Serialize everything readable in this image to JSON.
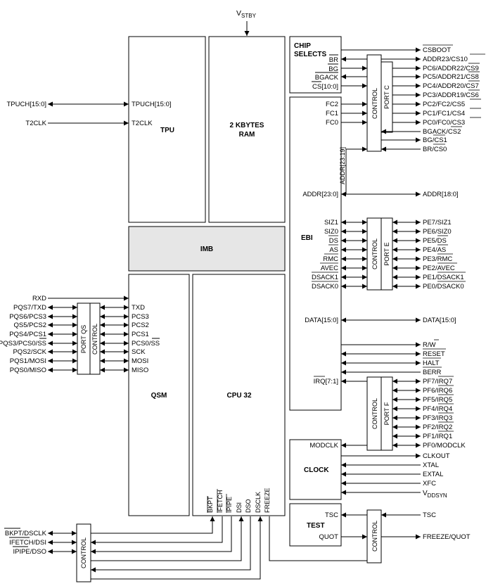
{
  "vstby": {
    "main": "V",
    "sub": "STBY"
  },
  "blocks": {
    "tpu": "TPU",
    "ram_line1": "2 KBYTES",
    "ram_line2": "RAM",
    "imb": "IMB",
    "qsm": "QSM",
    "cpu": "CPU 32",
    "chip_selects_line1": "CHIP",
    "chip_selects_line2": "SELECTS",
    "ebi": "EBI",
    "clock": "CLOCK",
    "test": "TEST"
  },
  "controls": {
    "control": "CONTROL",
    "port_c": "PORT C",
    "port_e": "PORT E",
    "port_f": "PORT F",
    "port_qs": "PORT QS"
  },
  "tpu": {
    "ext": [
      "TPUCH[15:0]",
      "T2CLK"
    ],
    "int": [
      "TPUCH[15:0]",
      "T2CLK"
    ]
  },
  "qsm": {
    "rxd": "RXD",
    "ext": [
      "PQS7/TXD",
      "PQS6/PCS3",
      "QS5/PCS2",
      "PQS4/PCS1",
      "PQS3/PCS0/SS",
      "PQS2/SCK",
      "PQS1/MOSI",
      "PQS0/MISO"
    ],
    "int": [
      "TXD",
      "PCS3",
      "PCS2",
      "PCS1",
      "PCS0/SS",
      "SCK",
      "MOSI",
      "MISO"
    ]
  },
  "cpu_debug": {
    "vertical": [
      "BKPT",
      "IFETCH",
      "IPIPE",
      "DSI",
      "DSO",
      "DSCLK",
      "FREEZE"
    ],
    "ext": [
      "BKPT/DSCLK",
      "IFETCH/DSI",
      "IPIPE/DSO"
    ]
  },
  "chip_selects": {
    "int": [
      "BR",
      "BG",
      "BGACK",
      "CS[10:0]"
    ],
    "out": [
      "CSBOOT",
      "ADDR23/CS10",
      "PC6/ADDR22/CS9",
      "PC5/ADDR21/CS8",
      "PC4/ADDR20/CS7",
      "PC3/ADDR19/CS6",
      "PC2/FC2/CS5",
      "PC1/FC1/CS4",
      "PC0/FC0/CS3",
      "BGACK/CS2",
      "BG/CS1",
      "BR/CS0"
    ]
  },
  "ebi": {
    "fc": [
      "FC2",
      "FC1",
      "FC0"
    ],
    "addr_bus": "ADDR[23:19]",
    "addr_int": "ADDR[23:0]",
    "addr_ext": "ADDR[18:0]",
    "port_e_int": [
      "SIZ1",
      "SIZ0",
      "DS",
      "AS",
      "RMC",
      "AVEC",
      "DSACK1",
      "DSACK0"
    ],
    "port_e_ext": [
      "PE7/SIZ1",
      "PE6/SIZ0",
      "PE5/DS",
      "PE4/AS",
      "PE3/RMC",
      "PE2/AVEC",
      "PE1/DSACK1",
      "PE0/DSACK0"
    ],
    "data_int": "DATA[15:0]",
    "data_ext": "DATA[15:0]",
    "bus_ctrl": [
      "R/W",
      "RESET",
      "HALT",
      "BERR"
    ],
    "irq_int": "IRQ[7:1]",
    "port_f_ext": [
      "PF7/IRQ7",
      "PF6/IRQ6",
      "PF5/IRQ5",
      "PF4/IRQ4",
      "PF3/IRQ3",
      "PF2/IRQ2",
      "PF1/IRQ1",
      "PF0/MODCLK"
    ]
  },
  "clock": {
    "modclk": "MODCLK",
    "ext": [
      "CLKOUT",
      "XTAL",
      "EXTAL",
      "XFC"
    ],
    "vddsyn": {
      "main": "V",
      "sub": "DDSYN"
    }
  },
  "test": {
    "int": [
      "TSC",
      "QUOT"
    ],
    "ext": [
      "TSC",
      "FREEZE/QUOT"
    ]
  }
}
